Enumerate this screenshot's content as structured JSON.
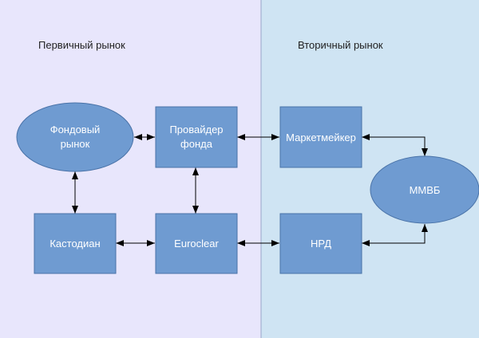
{
  "sections": {
    "primary": {
      "title": "Первичный рынок",
      "color": "#e8e6fc"
    },
    "secondary": {
      "title": "Вторичный рынок",
      "color": "#cfe4f3"
    },
    "divider_color": "#9aa6c8"
  },
  "node_fill": "#6f9bd1",
  "node_stroke": "#4a73a8",
  "arrow_color": "#000000",
  "nodes": {
    "exchange": {
      "lines": [
        "Фондовый",
        "рынок"
      ]
    },
    "provider": {
      "lines": [
        "Провайдер",
        "фонда"
      ]
    },
    "marketmaker": {
      "lines": [
        "Маркетмейкер"
      ]
    },
    "mmvb": {
      "lines": [
        "ММВБ"
      ]
    },
    "custodian": {
      "lines": [
        "Кастодиан"
      ]
    },
    "euroclear": {
      "lines": [
        "Euroclear"
      ]
    },
    "nrd": {
      "lines": [
        "НРД"
      ]
    }
  },
  "edges": [
    {
      "from": "exchange",
      "to": "provider",
      "direction": "both"
    },
    {
      "from": "provider",
      "to": "marketmaker",
      "direction": "both"
    },
    {
      "from": "marketmaker",
      "to": "mmvb",
      "direction": "both"
    },
    {
      "from": "exchange",
      "to": "custodian",
      "direction": "both"
    },
    {
      "from": "provider",
      "to": "euroclear",
      "direction": "both"
    },
    {
      "from": "custodian",
      "to": "euroclear",
      "direction": "both"
    },
    {
      "from": "euroclear",
      "to": "nrd",
      "direction": "both"
    },
    {
      "from": "nrd",
      "to": "mmvb",
      "direction": "both"
    }
  ]
}
